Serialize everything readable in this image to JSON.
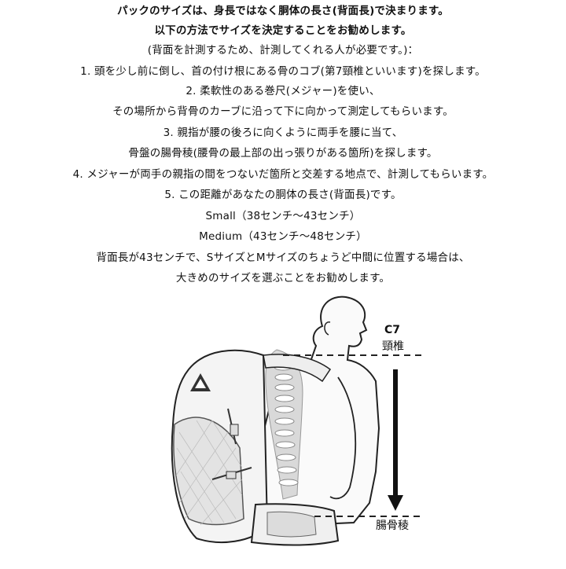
{
  "instructions": {
    "lines": [
      "パックのサイズは、身長ではなく胴体の長さ(背面長)で決まります。",
      "以下の方法でサイズを決定することをお勧めします。",
      "(背面を計測するため、計測してくれる人が必要です。)：",
      "1.  頭を少し前に倒し、首の付け根にある骨のコブ(第7頸椎といいます)を探します。",
      "2.  柔軟性のある巻尺(メジャー)を使い、",
      "その場所から背骨のカーブに沿って下に向かって測定してもらいます。",
      "3.  親指が腰の後ろに向くように両手を腰に当て、",
      "骨盤の腸骨稜(腰骨の最上部の出っ張りがある箇所)を探します。",
      "4.  メジャーが両手の親指の間をつないだ箇所と交差する地点で、計測してもらいます。",
      "5.  この距離があなたの胴体の長さ(背面長)です。",
      "Small（38センチ〜43センチ）",
      "Medium（43センチ〜48センチ）",
      "背面長が43センチで、SサイズとMサイズのちょうど中間に位置する場合は、",
      "大きめのサイズを選ぶことをお勧めします。"
    ]
  },
  "diagram": {
    "top_label_code": "C7",
    "top_label_name": "頸椎",
    "bottom_label": "腸骨稜"
  }
}
